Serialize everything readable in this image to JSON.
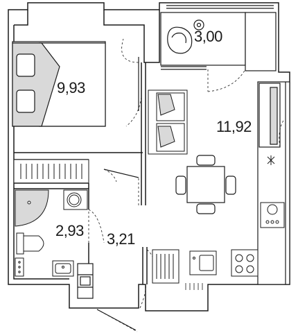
{
  "rooms": [
    {
      "id": "bedroom",
      "area": "9,93"
    },
    {
      "id": "balcony",
      "area": "3,00"
    },
    {
      "id": "living-kitchen",
      "area": "11,92"
    },
    {
      "id": "bathroom",
      "area": "2,93"
    },
    {
      "id": "hallway",
      "area": "3,21"
    }
  ],
  "colors": {
    "wall_fill": "#ffffff",
    "wall_stroke": "#1a1a1a",
    "furniture_fill": "#d9d9d9",
    "line": "#333333"
  },
  "icons": [
    "bed-icon",
    "armchair-icon",
    "sofa-icon",
    "dining-table-icon",
    "shower-icon",
    "washing-machine-icon",
    "toilet-icon",
    "sink-icon",
    "stove-icon",
    "fridge-icon",
    "wardrobe-icon"
  ]
}
